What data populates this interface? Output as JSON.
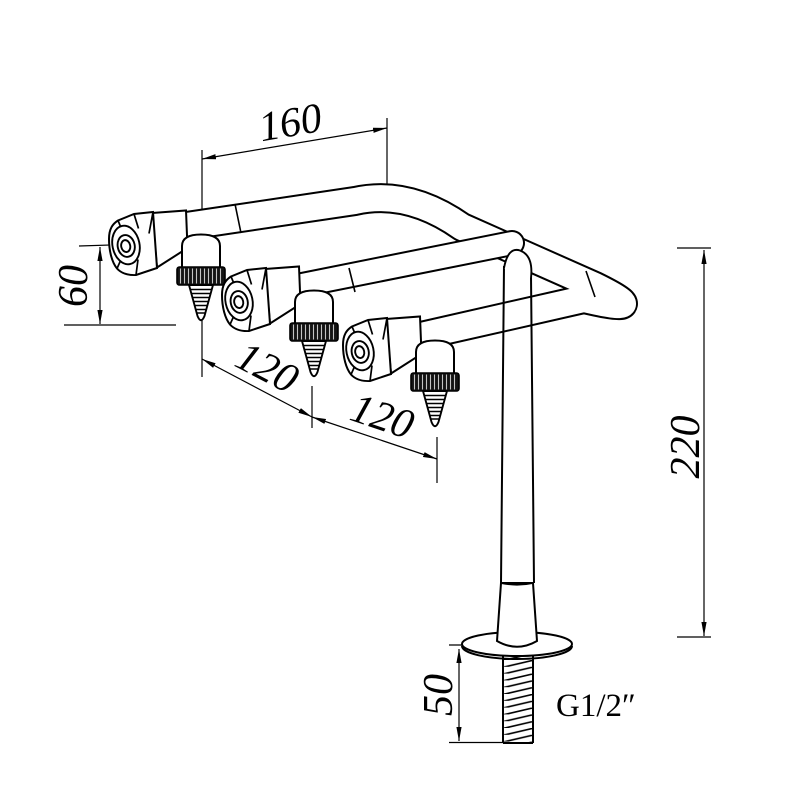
{
  "drawing": {
    "background": "#ffffff",
    "line_color": "#000000",
    "dimensions": {
      "width_160": "160",
      "drop_60": "60",
      "pitch_a_120": "120",
      "pitch_b_120": "120",
      "height_220": "220",
      "shank_50": "50",
      "thread_size": "G1/2″"
    }
  }
}
